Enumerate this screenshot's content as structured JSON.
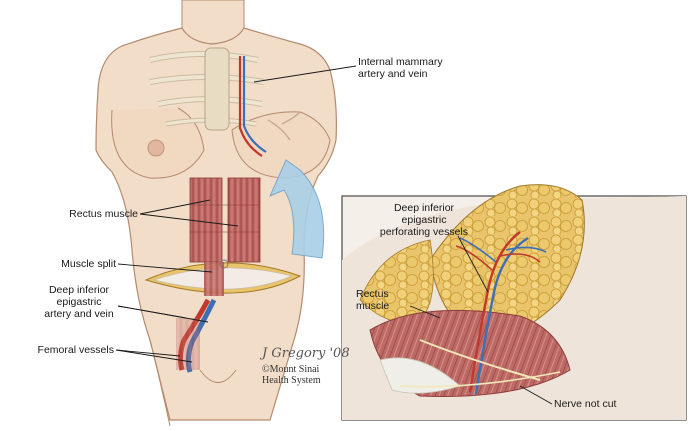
{
  "labels": {
    "internal_mammary_line1": "Internal mammary",
    "internal_mammary_line2": "artery and vein",
    "rectus_muscle": "Rectus muscle",
    "muscle_split": "Muscle split",
    "deep_inferior_line1": "Deep inferior",
    "deep_inferior_line2": "epigastric",
    "deep_inferior_line3": "artery and vein",
    "femoral_vessels": "Femoral vessels",
    "perforating_line1": "Deep inferior",
    "perforating_line2": "epigastric",
    "perforating_line3": "perforating vessels",
    "inset_rectus_line1": "Rectus",
    "inset_rectus_line2": "muscle",
    "nerve_not_cut": "Nerve not cut"
  },
  "credit": {
    "signature": "J Gregory '08",
    "line1": "©Mount Sinai",
    "line2": "Health System"
  },
  "colors": {
    "skin": "#f2ddc8",
    "skin_shadow": "#e3c2a6",
    "muscle": "#b85f5c",
    "muscle_light": "#d9928b",
    "fat": "#e9c46a",
    "fat_dark": "#c99a35",
    "artery": "#c0392b",
    "vein": "#3d6fb5",
    "arrow": "#a9cfe8",
    "rib": "#efe6d2",
    "inset_border": "#555555"
  }
}
